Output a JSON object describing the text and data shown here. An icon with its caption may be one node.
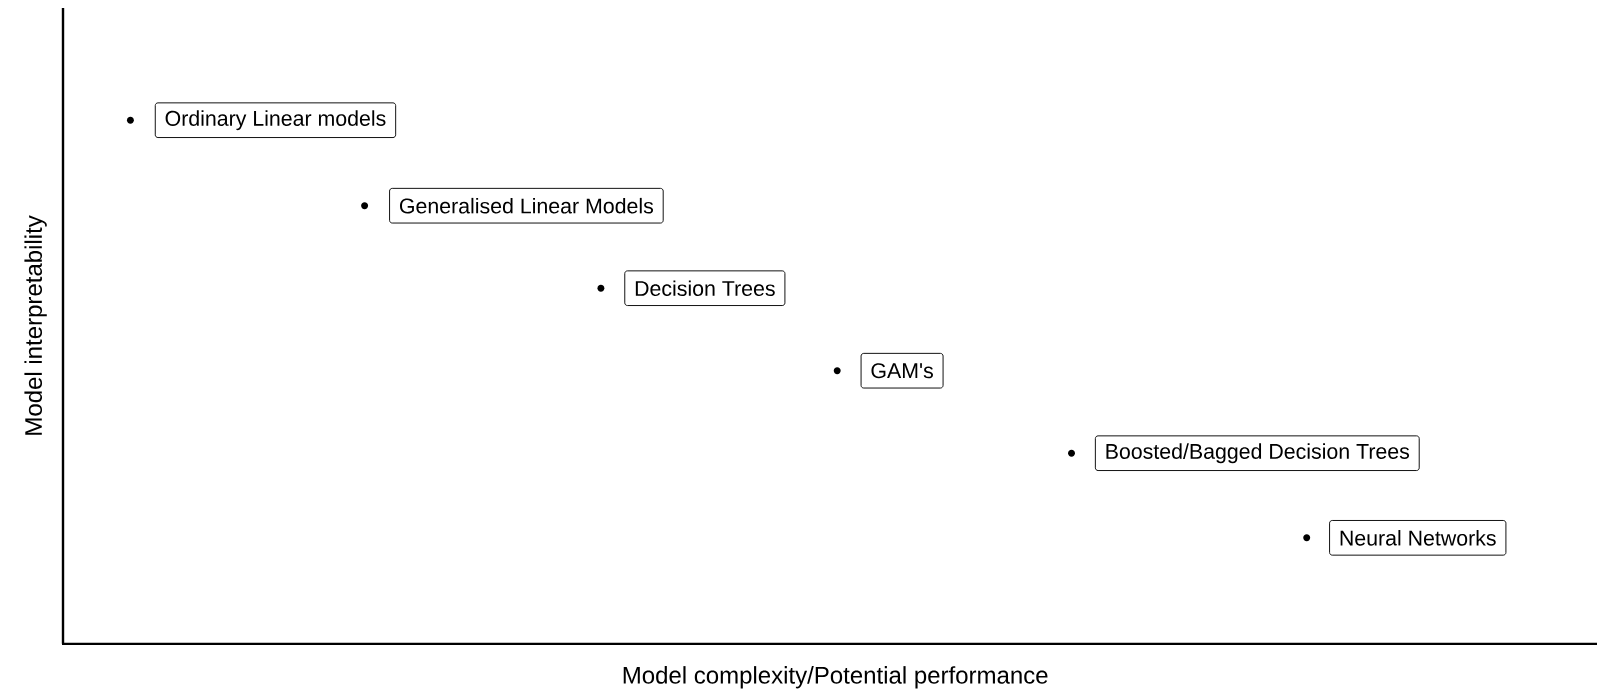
{
  "diagram": {
    "nodes": [
      {
        "text": [
          "Ordinary Linear models"
        ]
      },
      {
        "text": [
          "Generalised Linear Models"
        ]
      },
      {
        "text": [
          "Decision Trees"
        ]
      },
      {
        "text": [
          "GAM's"
        ]
      },
      {
        "text": [
          "Boosted/Bagged Decision Trees"
        ]
      },
      {
        "text": [
          "Neural Networks"
        ]
      }
    ],
    "labels": [
      "Model interpretability",
      "Model complexity/Potential performance"
    ]
  }
}
